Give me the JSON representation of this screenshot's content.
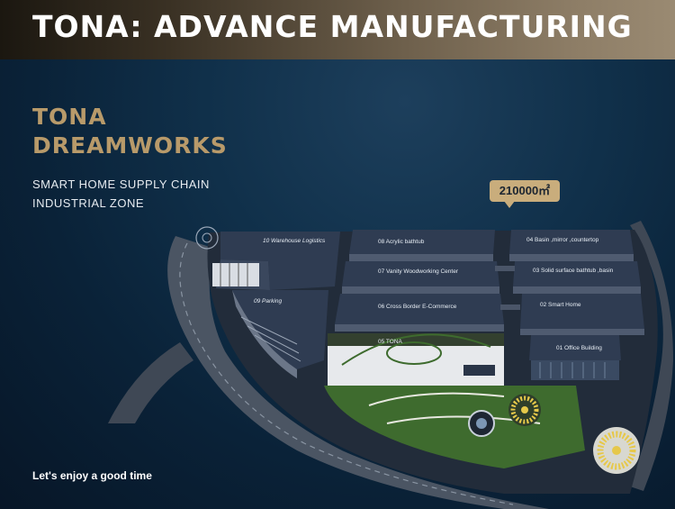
{
  "header": {
    "title": "TONA: ADVANCE MANUFACTURING"
  },
  "brand": {
    "line1": "TONA",
    "line2": "DREAMWORKS"
  },
  "subtitle": {
    "line1": "SMART HOME SUPPLY CHAIN",
    "line2": "INDUSTRIAL ZONE"
  },
  "area_badge": {
    "value": "210000㎡"
  },
  "tagline": "Let's enjoy a good time",
  "buildings": {
    "b10": "10 Warehouse Logistics",
    "b09": "09 Parking",
    "b08": "08 Acrylic bathtub",
    "b07": "07 Vanity Woodworking Center",
    "b06": "06  Cross Border E-Commerce",
    "b05": "05 TONA",
    "b04": "04 Basin ,mirror ,countertop",
    "b03": "03 Solid surface bathtub ,basin",
    "b02": "02 Smart Home",
    "b01": "01 Office Building"
  },
  "colors": {
    "header_gold": "#8d7d66",
    "brand_gold": "#b89a6a",
    "badge": "#c9ad7c",
    "roof": "#2f3c52",
    "grass": "#3e6b2e"
  }
}
